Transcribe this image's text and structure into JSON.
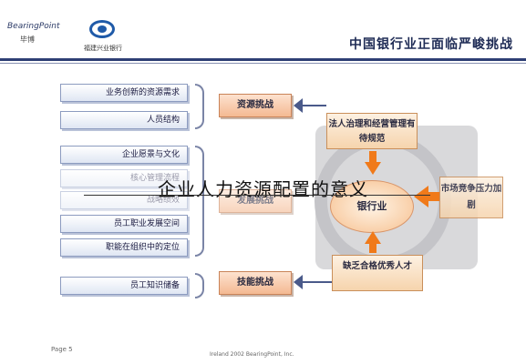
{
  "header": {
    "logo_brand": "BearingPoint",
    "logo_brand_sub": "毕博",
    "logo_partner": "福建兴业银行",
    "title": "中国银行业正面临严峻挑战"
  },
  "left_items": [
    "业务创新的资源需求",
    "人员结构",
    "企业愿景与文化",
    "核心管理流程",
    "战略绩效",
    "员工职业发展空间",
    "职能在组织中的定位",
    "员工知识储备"
  ],
  "challenges": [
    "资源挑战",
    "发展挑战",
    "技能挑战"
  ],
  "center": {
    "label": "银行业",
    "top_box": "法人治理和经营管理有待规范",
    "bottom_box": "缺乏合格优秀人才",
    "right_box": "市场竞争压力加剧"
  },
  "overlay": {
    "title": "企业人力资源配置的意义"
  },
  "footer": {
    "page": "Page 5",
    "copyright": "Ireland 2002 BearingPoint, Inc."
  },
  "colors": {
    "accent_orange": "#f07a1a",
    "navy": "#2e3f74",
    "box_blue": "#dfe6f3",
    "box_orange": "#f4b992"
  }
}
